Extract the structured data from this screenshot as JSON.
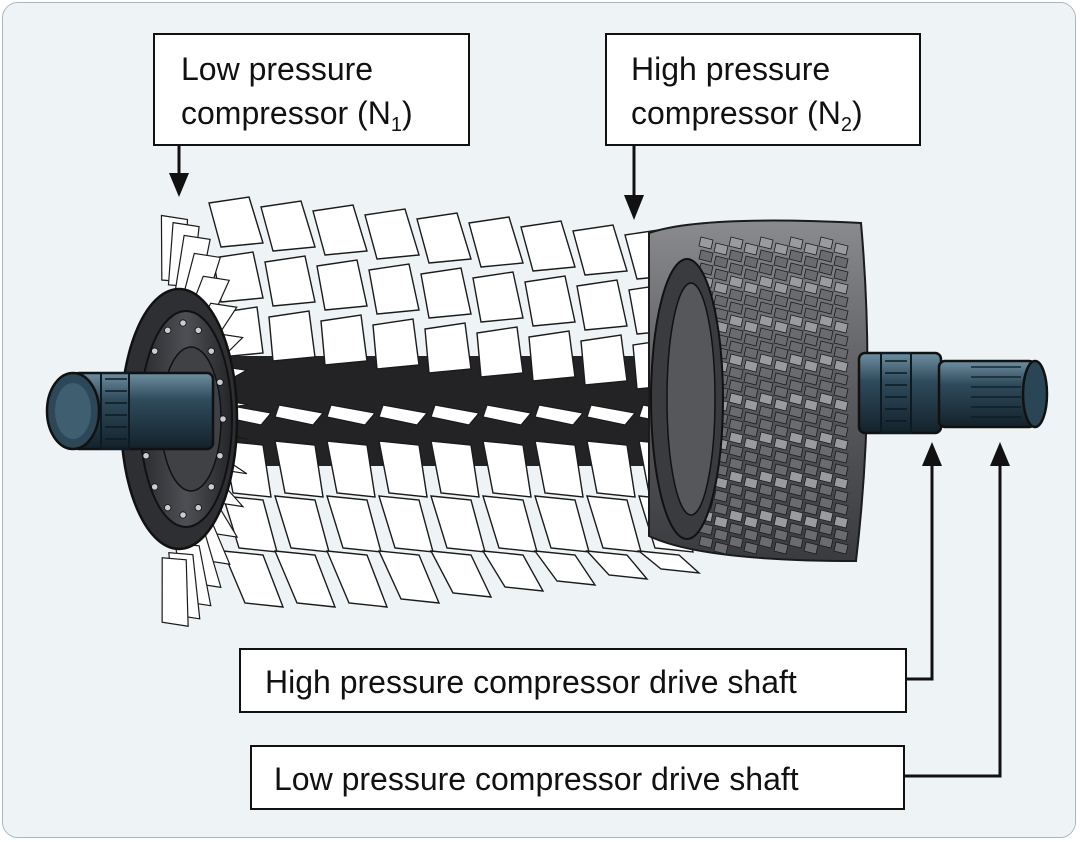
{
  "labels": {
    "low_pressure_compressor": {
      "line1": "Low pressure",
      "line2_text": "compressor (N",
      "line2_sub": "1",
      "line2_close": ")"
    },
    "high_pressure_compressor": {
      "line1": "High pressure",
      "line2_text": "compressor (N",
      "line2_sub": "2",
      "line2_close": ")"
    },
    "high_pressure_drive_shaft": "High pressure compressor drive shaft",
    "low_pressure_drive_shaft": "Low pressure compressor drive shaft"
  },
  "colors": {
    "background": "#eef3f6",
    "frame_border": "#a9b6bd",
    "blade_fill": "#ffffff",
    "blade_outline": "#1b1b1b",
    "hp_blade_fill": "#6f6f71",
    "drum_core": "#2a2a2c",
    "flange": "#3a3b3e",
    "shaft": "#2f4b5c",
    "shaft_highlight": "#5c7a8c"
  }
}
